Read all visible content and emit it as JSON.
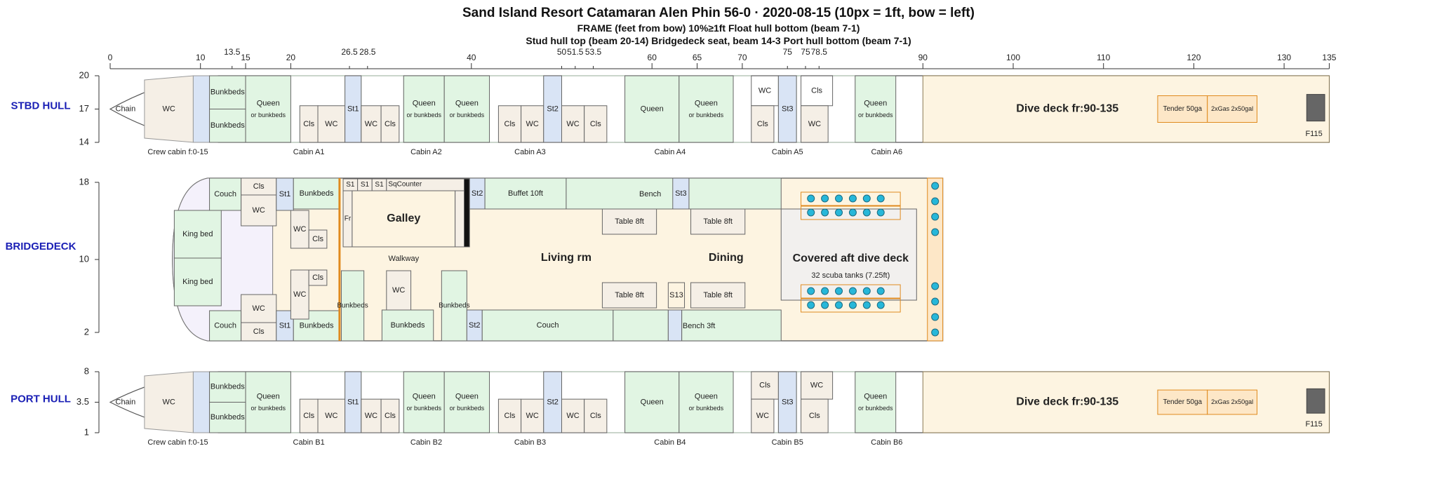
{
  "title": "Sand Island Resort Catamaran Alen Phin 56-0 · 2020-08-15 (10px = 1ft, bow = left)",
  "subtitle_1": "FRAME (feet from bow) 10%≥1ft Float hull bottom (beam 7-1)",
  "subtitle_2": "Stud hull top (beam 20-14) Bridgedeck seat, beam 14-3 Port hull bottom (beam 7-1)",
  "colors": {
    "green": "#e1f5e3",
    "green_stroke": "#7fbf88",
    "cream": "#fdf4e1",
    "blue": "#d9e4f5",
    "tan": "#f5efe6",
    "orange": "#e08a1e",
    "tank": "#27b7d9",
    "label_blue": "#1a1fb5",
    "grey": "#f2f0ee"
  },
  "axis": {
    "ticks": [
      {
        "v": 0,
        "t": "0"
      },
      {
        "v": 10,
        "t": "10"
      },
      {
        "v": 13.5,
        "t": "13.5"
      },
      {
        "v": 15,
        "t": "15"
      },
      {
        "v": 20,
        "t": "20"
      },
      {
        "v": 26.5,
        "t": "26.5"
      },
      {
        "v": 28.5,
        "t": "28.5"
      },
      {
        "v": 40,
        "t": "40"
      },
      {
        "v": 50,
        "t": "50"
      },
      {
        "v": 51.5,
        "t": "51.5"
      },
      {
        "v": 53.5,
        "t": "53.5"
      },
      {
        "v": 60,
        "t": "60"
      },
      {
        "v": 65,
        "t": "65"
      },
      {
        "v": 70,
        "t": "70"
      },
      {
        "v": 75,
        "t": "75"
      },
      {
        "v": 77,
        "t": "75"
      },
      {
        "v": 78.5,
        "t": "78.5"
      },
      {
        "v": 90,
        "t": "90"
      },
      {
        "v": 100,
        "t": "100"
      },
      {
        "v": 110,
        "t": "110"
      },
      {
        "v": 120,
        "t": "120"
      },
      {
        "v": 130,
        "t": "130"
      },
      {
        "v": 135,
        "t": "135"
      }
    ]
  },
  "sections": [
    {
      "id": "stbd",
      "label": "STBD HULL",
      "scale": [
        {
          "t": "20"
        },
        {
          "t": "17"
        },
        {
          "t": "14"
        }
      ],
      "chain": "Chain",
      "bow_wc": "WC",
      "dive_deck": "Dive deck fr:90-135",
      "tender": "Tender 50ga",
      "gas": "2xGas 2x50gal",
      "frame_mark": "F115",
      "cabins": [
        {
          "t": "Crew cabin f:0-15"
        },
        {
          "t": "Cabin A1"
        },
        {
          "t": "Cabin A2"
        },
        {
          "t": "Cabin A3"
        },
        {
          "t": "Cabin A4"
        },
        {
          "t": "Cabin A5"
        },
        {
          "t": "Cabin A6"
        }
      ],
      "rooms": [
        {
          "t": "Bunkbeds",
          "c": "green"
        },
        {
          "t": "Bunkbeds",
          "c": "green"
        },
        {
          "t": "Queen",
          "s": "or bunkbeds",
          "c": "green"
        },
        {
          "t": "Cls",
          "c": "tan"
        },
        {
          "t": "WC",
          "c": "tan"
        },
        {
          "t": "St1",
          "c": "blue"
        },
        {
          "t": "WC",
          "c": "tan"
        },
        {
          "t": "Cls",
          "c": "tan"
        },
        {
          "t": "Queen",
          "s": "or bunkbeds",
          "c": "green"
        },
        {
          "t": "Queen",
          "s": "or bunkbeds",
          "c": "green"
        },
        {
          "t": "Cls",
          "c": "tan"
        },
        {
          "t": "WC",
          "c": "tan"
        },
        {
          "t": "St2",
          "c": "blue"
        },
        {
          "t": "WC",
          "c": "tan"
        },
        {
          "t": "Cls",
          "c": "tan"
        },
        {
          "t": "Queen",
          "c": "green"
        },
        {
          "t": "Queen",
          "s": "or bunkbeds",
          "c": "green"
        },
        {
          "t": "WC",
          "c": "none"
        },
        {
          "t": "Cls",
          "c": "tan"
        },
        {
          "t": "St3",
          "c": "blue"
        },
        {
          "t": "Cls",
          "c": "none"
        },
        {
          "t": "WC",
          "c": "tan"
        },
        {
          "t": "Queen",
          "s": "or bunkbeds",
          "c": "green"
        }
      ]
    },
    {
      "id": "bridge",
      "label": "BRIDGEDECK",
      "scale": [
        {
          "t": "18"
        },
        {
          "t": "10"
        },
        {
          "t": "2"
        }
      ],
      "rooms": [
        {
          "t": "Couch"
        },
        {
          "t": "Cls"
        },
        {
          "t": "WC"
        },
        {
          "t": "Bunkbeds"
        },
        {
          "t": "St1"
        },
        {
          "t": "WC"
        },
        {
          "t": "Cls"
        },
        {
          "t": "King bed"
        },
        {
          "t": "King bed"
        },
        {
          "t": "Cls"
        },
        {
          "t": "WC"
        },
        {
          "t": "St1"
        },
        {
          "t": "WC"
        },
        {
          "t": "Couch"
        },
        {
          "t": "Cls"
        },
        {
          "t": "Bunkbeds"
        },
        {
          "t": "S1"
        },
        {
          "t": "S1"
        },
        {
          "t": "S1"
        },
        {
          "t": "SqCounter"
        },
        {
          "t": "Fr"
        },
        {
          "t": "Galley"
        },
        {
          "t": "St2"
        },
        {
          "t": "Buffet 10ft"
        },
        {
          "t": "Bench"
        },
        {
          "t": "Table 8ft"
        },
        {
          "t": "St3"
        },
        {
          "t": "Table 8ft"
        },
        {
          "t": "Walkway"
        },
        {
          "t": "Living rm"
        },
        {
          "t": "Dining"
        },
        {
          "t": "Bunkbeds"
        },
        {
          "t": "WC"
        },
        {
          "t": "Bunkbeds"
        },
        {
          "t": "Bunkbeds"
        },
        {
          "t": "St2"
        },
        {
          "t": "Couch"
        },
        {
          "t": "Table 8ft"
        },
        {
          "t": "S13"
        },
        {
          "t": "Table 8ft"
        },
        {
          "t": "Bench 3ft"
        },
        {
          "t": "Covered aft dive deck"
        },
        {
          "t": "32 scuba tanks (7.25ft)"
        }
      ]
    },
    {
      "id": "port",
      "label": "PORT HULL",
      "scale": [
        {
          "t": "8"
        },
        {
          "t": "3.5"
        },
        {
          "t": "1"
        }
      ],
      "chain": "Chain",
      "bow_wc": "WC",
      "dive_deck": "Dive deck fr:90-135",
      "tender": "Tender 50ga",
      "gas": "2xGas 2x50gal",
      "frame_mark": "F115",
      "cabins": [
        {
          "t": "Crew cabin f:0-15"
        },
        {
          "t": "Cabin B1"
        },
        {
          "t": "Cabin B2"
        },
        {
          "t": "Cabin B3"
        },
        {
          "t": "Cabin B4"
        },
        {
          "t": "Cabin B5"
        },
        {
          "t": "Cabin B6"
        }
      ],
      "rooms": [
        {
          "t": "Bunkbeds",
          "c": "green"
        },
        {
          "t": "Bunkbeds",
          "c": "green"
        },
        {
          "t": "Queen",
          "s": "or bunkbeds",
          "c": "green"
        },
        {
          "t": "Cls",
          "c": "tan"
        },
        {
          "t": "WC",
          "c": "tan"
        },
        {
          "t": "St1",
          "c": "blue"
        },
        {
          "t": "WC",
          "c": "tan"
        },
        {
          "t": "Cls",
          "c": "tan"
        },
        {
          "t": "Queen",
          "s": "or bunkbeds",
          "c": "green"
        },
        {
          "t": "Queen",
          "s": "or bunkbeds",
          "c": "green"
        },
        {
          "t": "Cls",
          "c": "tan"
        },
        {
          "t": "WC",
          "c": "tan"
        },
        {
          "t": "St2",
          "c": "blue"
        },
        {
          "t": "WC",
          "c": "tan"
        },
        {
          "t": "Cls",
          "c": "tan"
        },
        {
          "t": "Queen",
          "c": "green"
        },
        {
          "t": "Queen",
          "s": "or bunkbeds",
          "c": "green"
        },
        {
          "t": "Cls",
          "c": "tan"
        },
        {
          "t": "WC",
          "c": "tan"
        },
        {
          "t": "St3",
          "c": "blue"
        },
        {
          "t": "WC",
          "c": "tan"
        },
        {
          "t": "Cls",
          "c": "tan"
        },
        {
          "t": "Queen",
          "s": "or bunkbeds",
          "c": "green"
        }
      ]
    }
  ]
}
